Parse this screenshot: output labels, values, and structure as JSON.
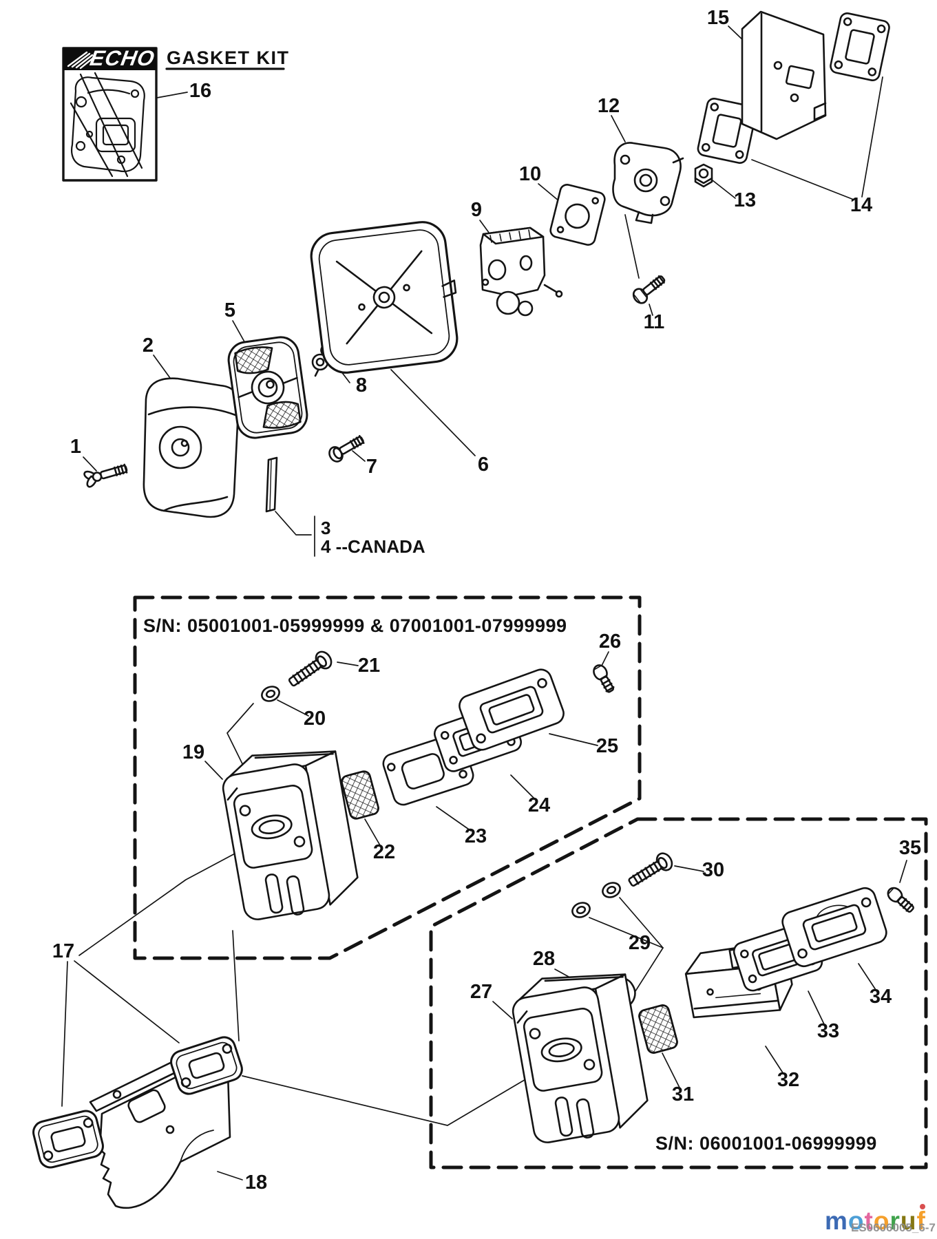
{
  "header": {
    "brand": "ECHO",
    "kit_title": "GASKET KIT"
  },
  "labels": {
    "canada_line": "4 --CANADA",
    "sn_box_top": "S/N: 05001001-05999999 & 07001001-07999999",
    "sn_box_bottom": "S/N: 06001001-06999999"
  },
  "callouts": {
    "c1": "1",
    "c2": "2",
    "c3": "3",
    "c5": "5",
    "c6": "6",
    "c7": "7",
    "c8": "8",
    "c9": "9",
    "c10": "10",
    "c11": "11",
    "c12": "12",
    "c13": "13",
    "c14": "14",
    "c15": "15",
    "c16": "16",
    "c17": "17",
    "c18": "18",
    "c19": "19",
    "c20": "20",
    "c21": "21",
    "c22": "22",
    "c23": "23",
    "c24": "24",
    "c25": "25",
    "c26": "26",
    "c27": "27",
    "c28": "28",
    "c29": "29",
    "c30": "30",
    "c31": "31",
    "c32": "32",
    "c33": "33",
    "c34": "34",
    "c35": "35"
  },
  "watermark": {
    "letters": [
      {
        "ch": "m",
        "color": "#3c6ab4"
      },
      {
        "ch": "o",
        "color": "#4d9fd6"
      },
      {
        "ch": "t",
        "color": "#e4679f"
      },
      {
        "ch": "o",
        "color": "#f5a02c"
      },
      {
        "ch": "r",
        "color": "#3fa34c"
      },
      {
        "ch": "u",
        "color": "#857712"
      },
      {
        "ch": "f",
        "color": "#f5a02c"
      }
    ],
    "dot_color": "#d94f4f",
    "code": "ES0606005_6-7"
  }
}
